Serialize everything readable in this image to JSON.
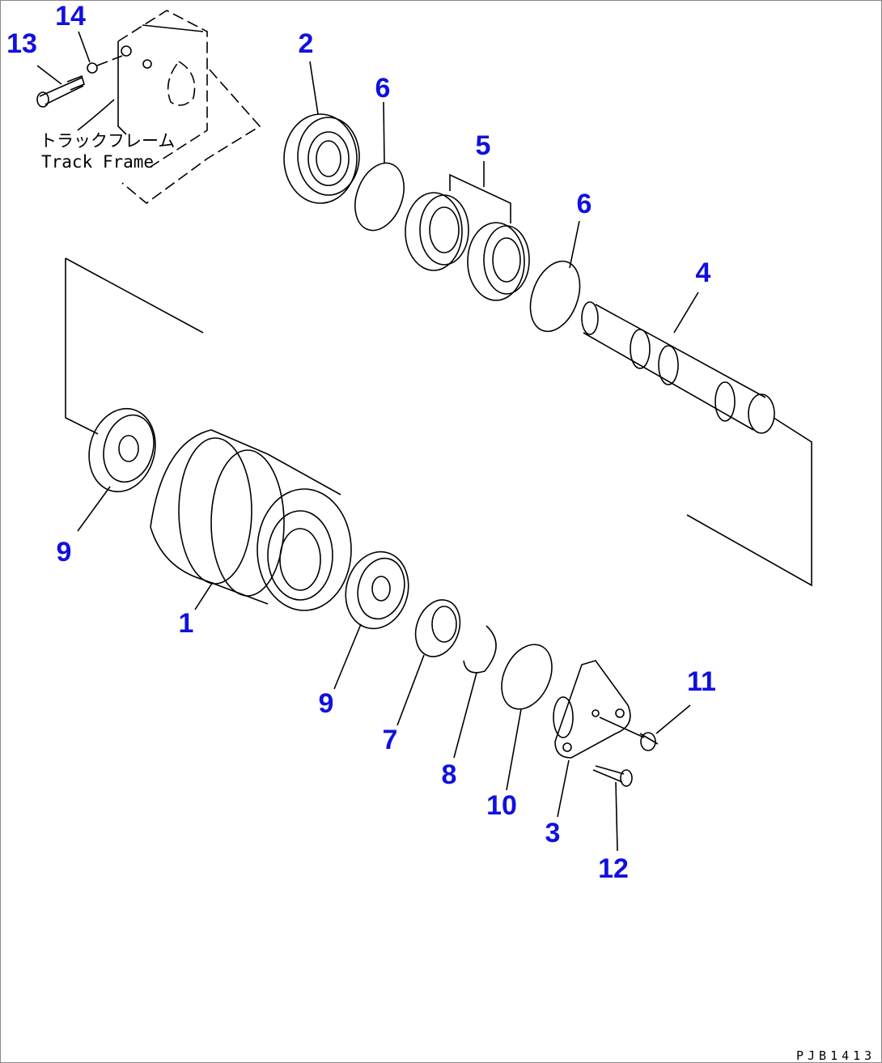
{
  "diagram": {
    "frame_label_jp": "トラックフレーム",
    "frame_label_en": "Track Frame",
    "drawing_code": "PJB1413",
    "label_color": "#1010e0",
    "callouts": [
      "13",
      "14",
      "2",
      "6",
      "5",
      "6",
      "4",
      "9",
      "1",
      "9",
      "7",
      "8",
      "10",
      "3",
      "11",
      "12"
    ]
  }
}
